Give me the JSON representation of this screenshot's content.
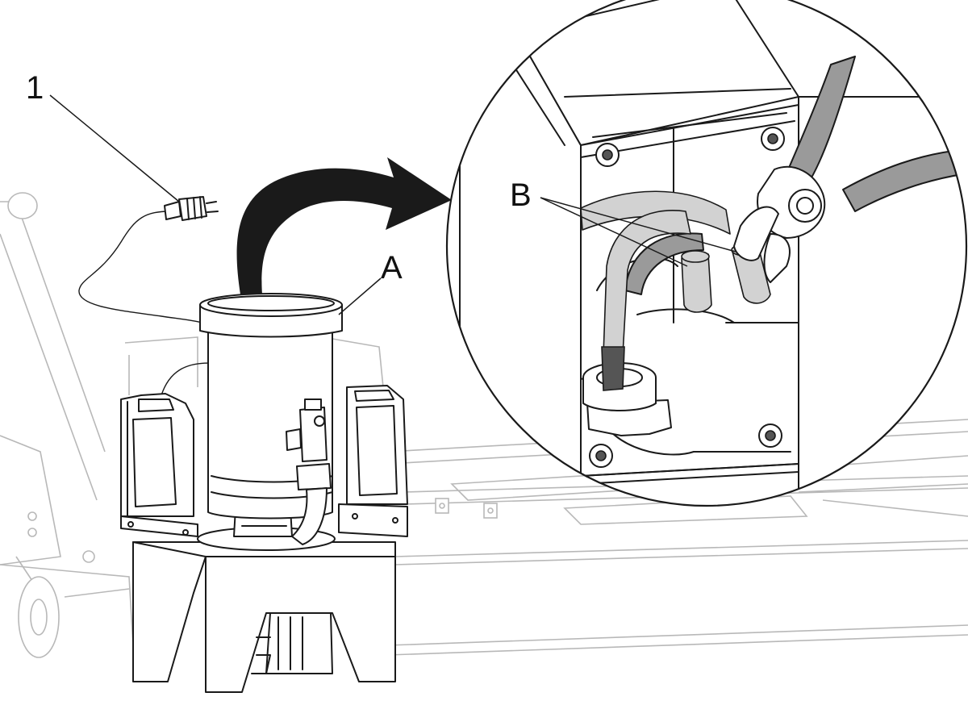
{
  "callouts": {
    "cord": "1",
    "pump": "A",
    "hoses": "B"
  },
  "colors": {
    "line": "#1a1a1a",
    "background_line": "#b8b8b8",
    "arrow": "#1a1a1a",
    "hose": "#9a9a9a"
  },
  "icons": {
    "transfer_arrow": "curved-arrow",
    "tool": "hose-clamp-pliers"
  }
}
